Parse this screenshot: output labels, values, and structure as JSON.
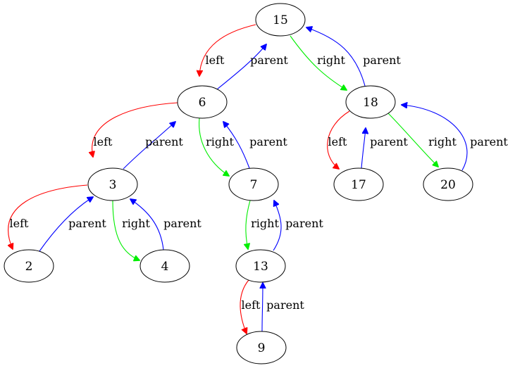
{
  "diagram": {
    "colors": {
      "left": "#ff0000",
      "right": "#00ee00",
      "parent": "#0000ff"
    },
    "nodes": [
      {
        "id": "n15",
        "label": "15"
      },
      {
        "id": "n6",
        "label": "6"
      },
      {
        "id": "n18",
        "label": "18"
      },
      {
        "id": "n3",
        "label": "3"
      },
      {
        "id": "n7",
        "label": "7"
      },
      {
        "id": "n17",
        "label": "17"
      },
      {
        "id": "n20",
        "label": "20"
      },
      {
        "id": "n2",
        "label": "2"
      },
      {
        "id": "n4",
        "label": "4"
      },
      {
        "id": "n13",
        "label": "13"
      },
      {
        "id": "n9",
        "label": "9"
      }
    ],
    "edges": [
      {
        "id": "e15-6-left",
        "from": "n15",
        "to": "n6",
        "label": "left",
        "kind": "left"
      },
      {
        "id": "e6-15-parent",
        "from": "n6",
        "to": "n15",
        "label": "parent",
        "kind": "parent"
      },
      {
        "id": "e15-18-right",
        "from": "n15",
        "to": "n18",
        "label": "right",
        "kind": "right"
      },
      {
        "id": "e18-15-parent",
        "from": "n18",
        "to": "n15",
        "label": "parent",
        "kind": "parent"
      },
      {
        "id": "e6-3-left",
        "from": "n6",
        "to": "n3",
        "label": "left",
        "kind": "left"
      },
      {
        "id": "e3-6-parent",
        "from": "n3",
        "to": "n6",
        "label": "parent",
        "kind": "parent"
      },
      {
        "id": "e6-7-right",
        "from": "n6",
        "to": "n7",
        "label": "right",
        "kind": "right"
      },
      {
        "id": "e7-6-parent",
        "from": "n7",
        "to": "n6",
        "label": "parent",
        "kind": "parent"
      },
      {
        "id": "e18-17-left",
        "from": "n18",
        "to": "n17",
        "label": "left",
        "kind": "left"
      },
      {
        "id": "e17-18-parent",
        "from": "n17",
        "to": "n18",
        "label": "parent",
        "kind": "parent"
      },
      {
        "id": "e18-20-right",
        "from": "n18",
        "to": "n20",
        "label": "right",
        "kind": "right"
      },
      {
        "id": "e20-18-parent",
        "from": "n20",
        "to": "n18",
        "label": "parent",
        "kind": "parent"
      },
      {
        "id": "e3-2-left",
        "from": "n3",
        "to": "n2",
        "label": "left",
        "kind": "left"
      },
      {
        "id": "e2-3-parent",
        "from": "n2",
        "to": "n3",
        "label": "parent",
        "kind": "parent"
      },
      {
        "id": "e3-4-right",
        "from": "n3",
        "to": "n4",
        "label": "right",
        "kind": "right"
      },
      {
        "id": "e4-3-parent",
        "from": "n4",
        "to": "n3",
        "label": "parent",
        "kind": "parent"
      },
      {
        "id": "e7-13-right",
        "from": "n7",
        "to": "n13",
        "label": "right",
        "kind": "right"
      },
      {
        "id": "e13-7-parent",
        "from": "n13",
        "to": "n7",
        "label": "parent",
        "kind": "parent"
      },
      {
        "id": "e13-9-left",
        "from": "n13",
        "to": "n9",
        "label": "left",
        "kind": "left"
      },
      {
        "id": "e9-13-parent",
        "from": "n9",
        "to": "n13",
        "label": "parent",
        "kind": "parent"
      }
    ]
  }
}
